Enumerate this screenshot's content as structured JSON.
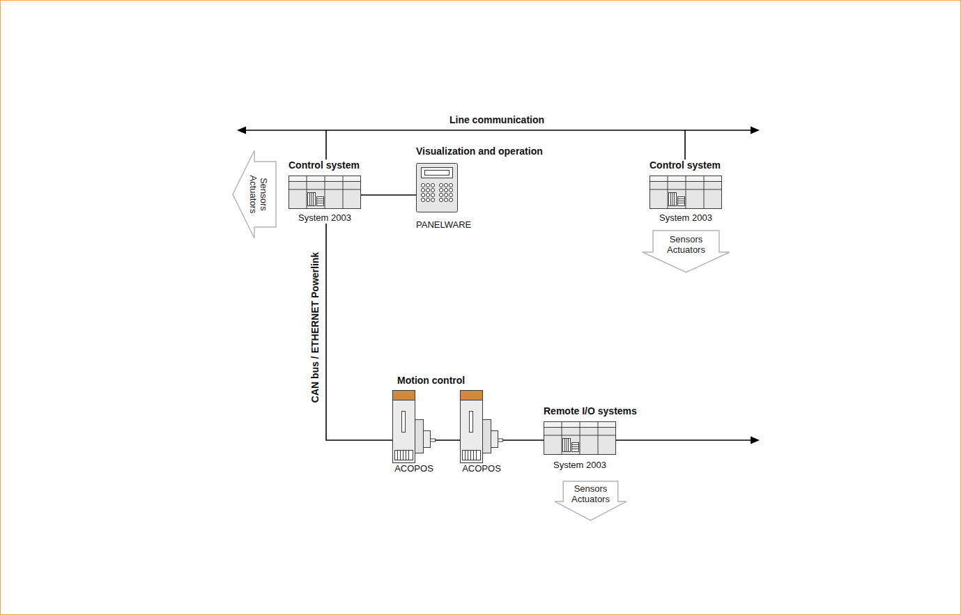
{
  "diagram": {
    "nodes": [
      {
        "text": [
          "Control system",
          "System 2003"
        ]
      },
      {
        "text": [
          "Sensors Actuators"
        ]
      },
      {
        "text": [
          "Visualization and operation",
          "PANELWARE"
        ]
      },
      {
        "text": [
          "Control system",
          "System 2003"
        ]
      },
      {
        "text": [
          "Sensors Actuators"
        ]
      },
      {
        "text": [
          "ACOPOS"
        ]
      },
      {
        "text": [
          "ACOPOS"
        ]
      },
      {
        "text": [
          "Remote I/O systems",
          "System 2003"
        ]
      },
      {
        "text": [
          "Sensors Actuators"
        ]
      }
    ],
    "edges": [
      {
        "from": 0,
        "to": 3,
        "arrow": "none",
        "label": "Line communication"
      },
      {
        "from": 0,
        "to": 2,
        "arrow": "none"
      },
      {
        "from": 0,
        "to": 5,
        "arrow": "none",
        "label": "CAN bus / ETHERNET Powerlink"
      },
      {
        "from": 5,
        "to": 6,
        "arrow": "none"
      },
      {
        "from": 6,
        "to": 7,
        "arrow": "none"
      }
    ],
    "labels": [
      "Motion control"
    ]
  }
}
